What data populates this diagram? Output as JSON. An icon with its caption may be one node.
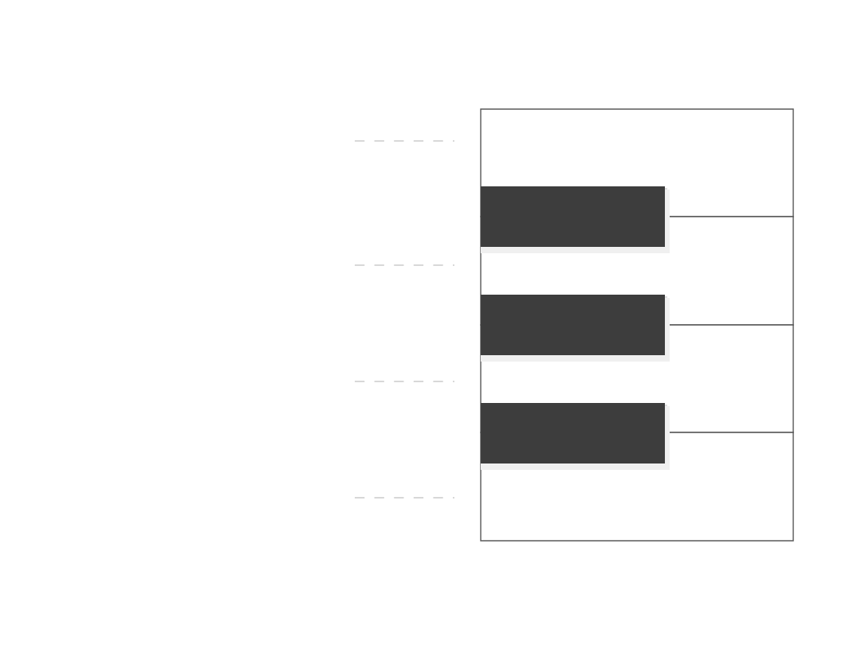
{
  "diagram": {
    "nodes": [
      {
        "text": [],
        "shape": "box"
      },
      {
        "text": [],
        "shape": "bar"
      },
      {
        "text": [],
        "shape": "box"
      },
      {
        "text": [],
        "shape": "bar"
      },
      {
        "text": [],
        "shape": "box"
      },
      {
        "text": [],
        "shape": "bar"
      },
      {
        "text": [],
        "shape": "box"
      }
    ],
    "edges": [
      {
        "from": null,
        "to": 0,
        "arrow": "none",
        "style": "dashed"
      },
      {
        "from": null,
        "to": 2,
        "arrow": "none",
        "style": "dashed"
      },
      {
        "from": null,
        "to": 4,
        "arrow": "none",
        "style": "dashed"
      },
      {
        "from": null,
        "to": 6,
        "arrow": "none",
        "style": "dashed"
      }
    ]
  }
}
